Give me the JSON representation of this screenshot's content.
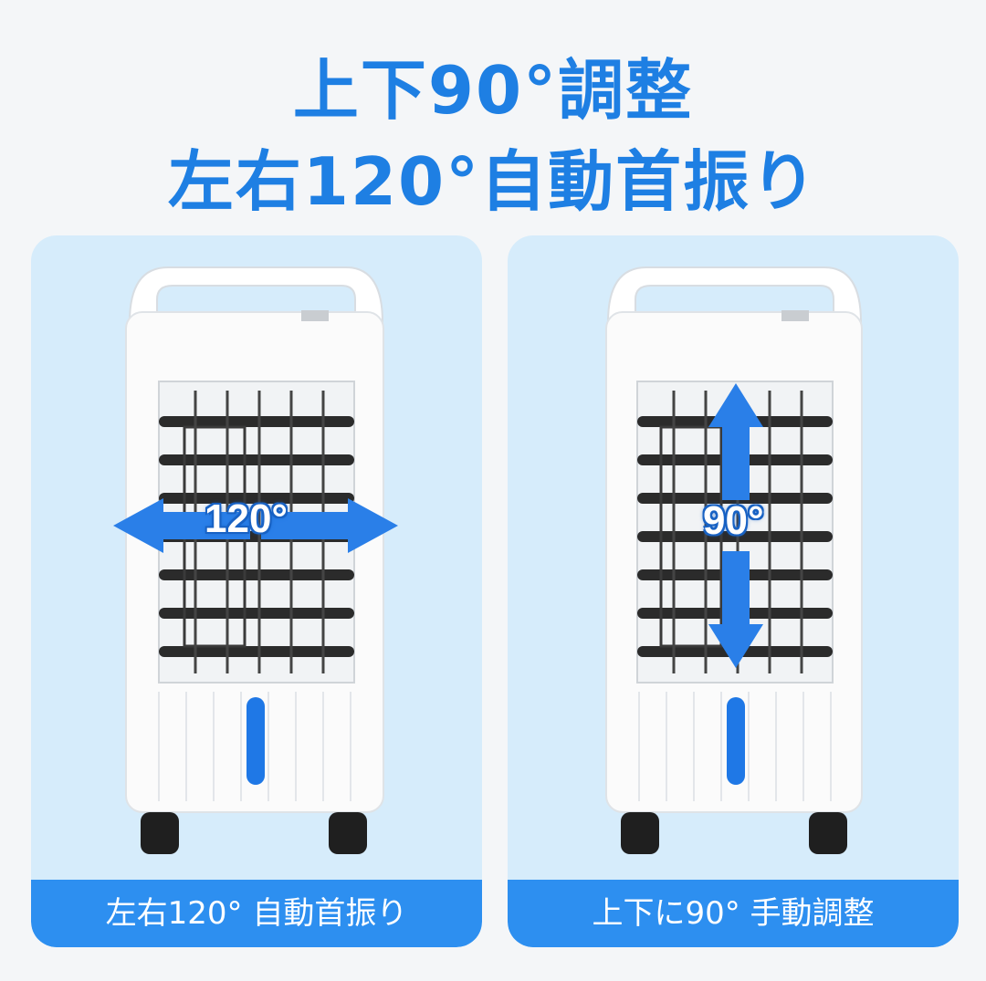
{
  "headline": {
    "line1": "上下90°調整",
    "line2": "左右120°自動首振り"
  },
  "panels": [
    {
      "angle": "120°",
      "direction": "horizontal",
      "caption": "左右120° 自動首振り"
    },
    {
      "angle": "90°",
      "direction": "vertical",
      "caption": "上下に90° 手動調整"
    }
  ],
  "colors": {
    "accent": "#1e7fe3",
    "panel_bg": "#d6ecfb",
    "caption_bg": "#2d8ff0",
    "arrow": "#2a7fe8"
  }
}
